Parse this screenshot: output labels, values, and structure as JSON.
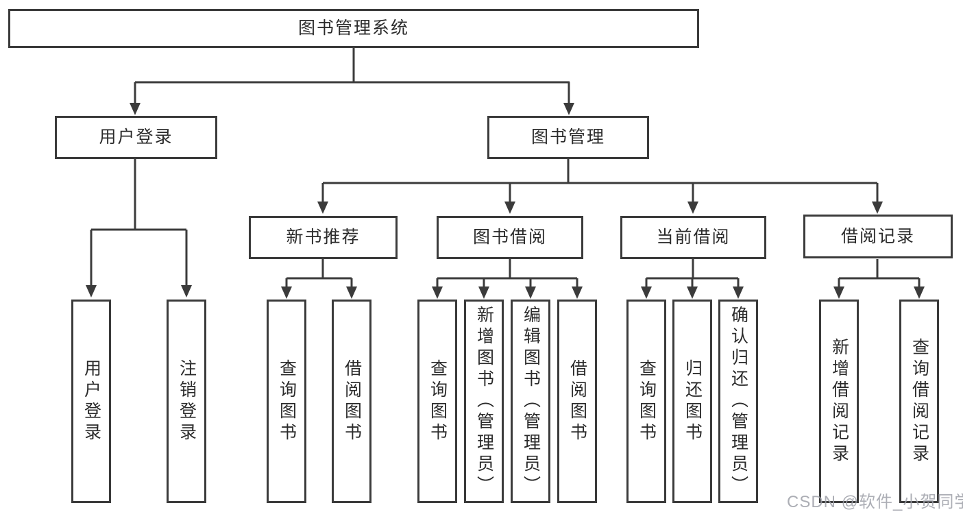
{
  "diagram_type": "hierarchy-tree",
  "tree": {
    "root": {
      "label": "图书管理系统",
      "children": [
        {
          "label": "用户登录",
          "children": [
            {
              "label": "用户登录"
            },
            {
              "label": "注销登录"
            }
          ]
        },
        {
          "label": "图书管理",
          "children": [
            {
              "label": "新书推荐",
              "children": [
                {
                  "label": "查询图书"
                },
                {
                  "label": "借阅图书"
                }
              ]
            },
            {
              "label": "图书借阅",
              "children": [
                {
                  "label": "查询图书"
                },
                {
                  "label": "新增图书（管理员）"
                },
                {
                  "label": "编辑图书（管理员）"
                },
                {
                  "label": "借阅图书"
                }
              ]
            },
            {
              "label": "当前借阅",
              "children": [
                {
                  "label": "查询图书"
                },
                {
                  "label": "归还图书"
                },
                {
                  "label": "确认归还（管理员）"
                }
              ]
            },
            {
              "label": "借阅记录",
              "children": [
                {
                  "label": "新增借阅记录"
                },
                {
                  "label": "查询借阅记录"
                }
              ]
            }
          ]
        }
      ]
    }
  },
  "watermark": {
    "text": "CSDN @软件_小贺同学"
  },
  "colors": {
    "line": "#3b3b3b",
    "text": "#2b2b2b",
    "background": "#ffffff",
    "watermark": "#9ea0a8"
  }
}
